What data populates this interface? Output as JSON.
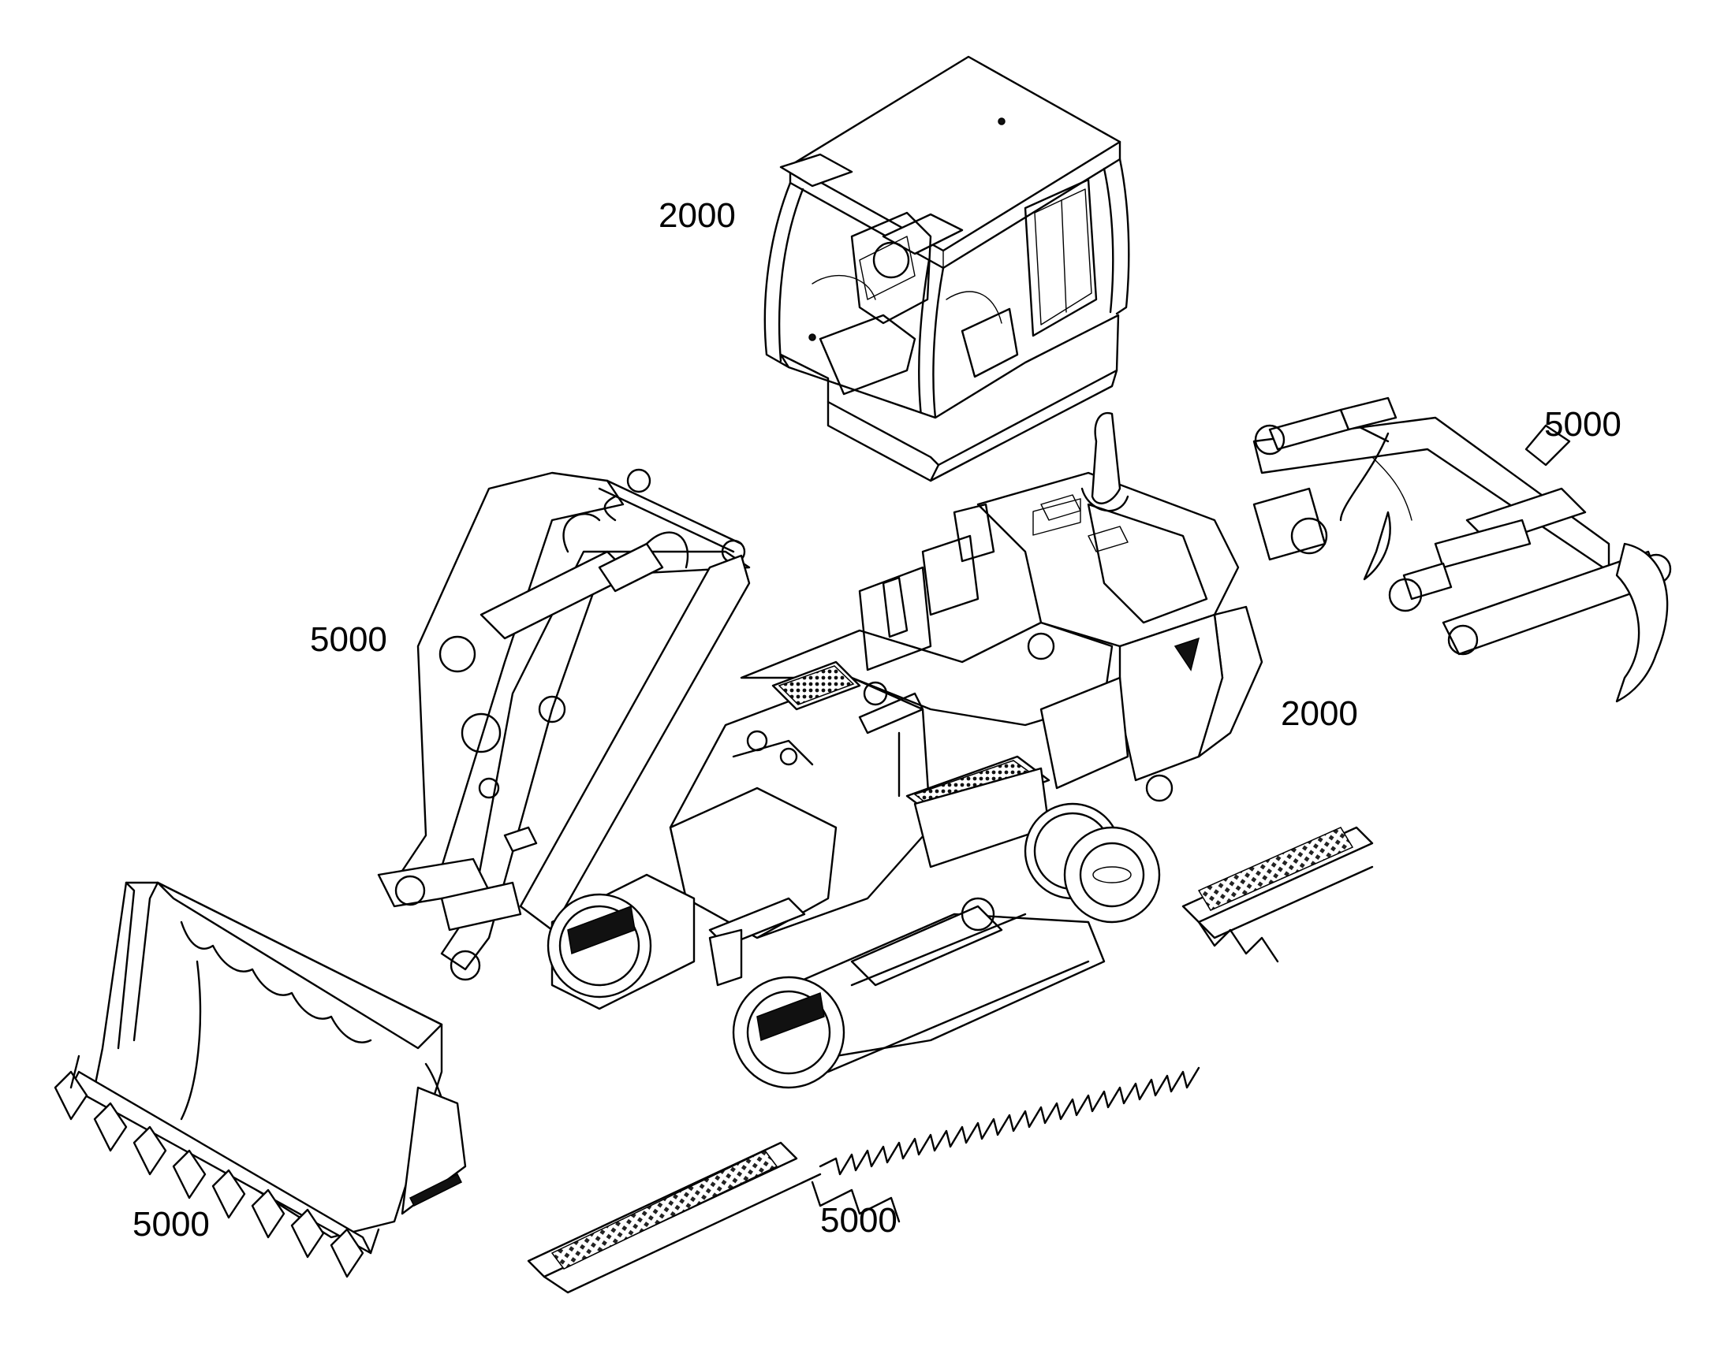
{
  "labels": {
    "cab": "2000",
    "ripper": "5000",
    "lift_arms": "5000",
    "body": "2000",
    "bucket": "5000",
    "tracks": "5000"
  }
}
